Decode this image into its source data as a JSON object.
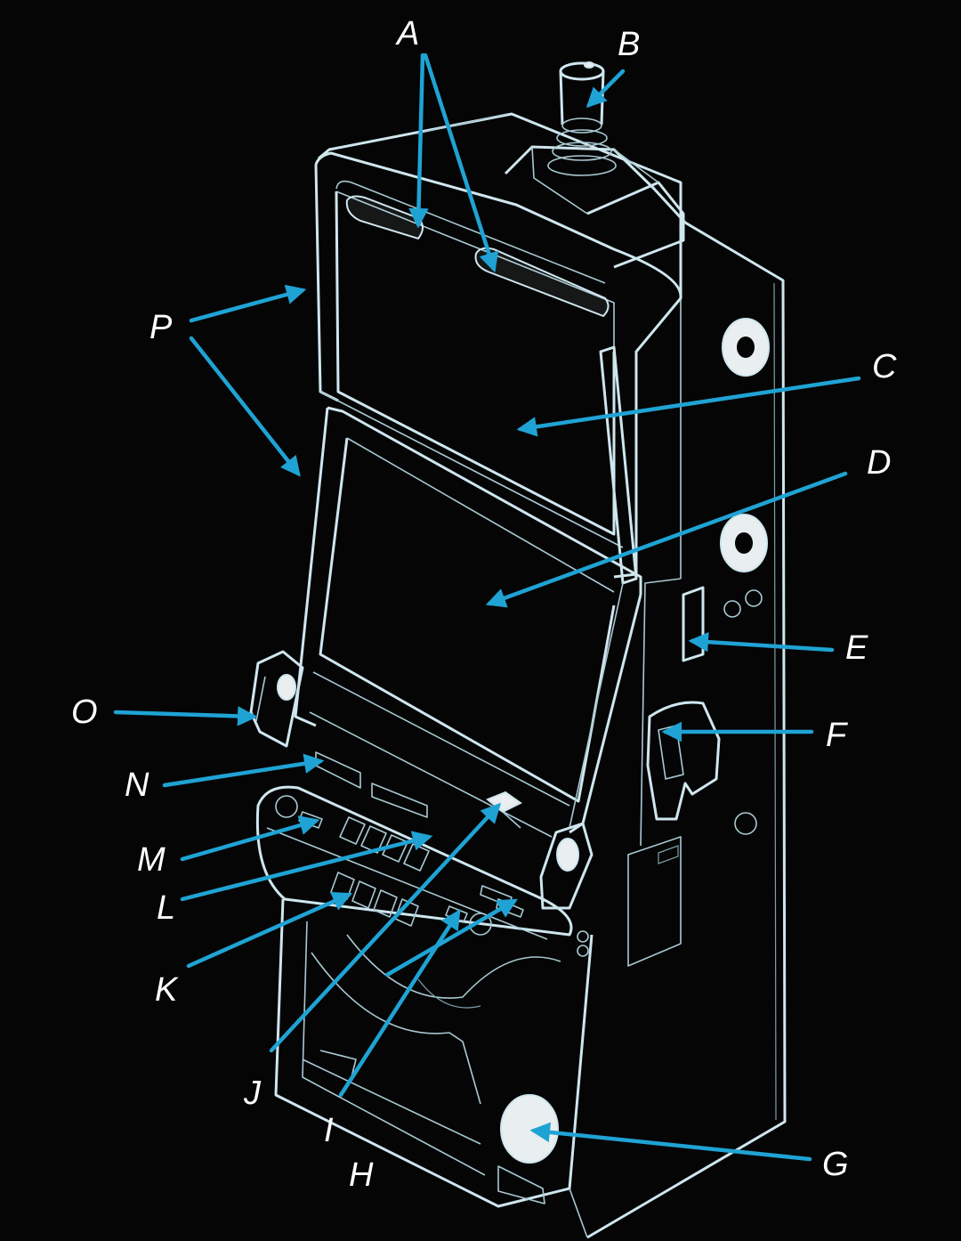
{
  "colors": {
    "background": "#050505",
    "outline": "#cfe6ee",
    "arrow": "#1fa3d4",
    "label": "#ffffff"
  },
  "callouts": [
    {
      "id": "A",
      "label": "A"
    },
    {
      "id": "B",
      "label": "B"
    },
    {
      "id": "C",
      "label": "C"
    },
    {
      "id": "D",
      "label": "D"
    },
    {
      "id": "E",
      "label": "E"
    },
    {
      "id": "F",
      "label": "F"
    },
    {
      "id": "G",
      "label": "G"
    },
    {
      "id": "H",
      "label": "H"
    },
    {
      "id": "I",
      "label": "I"
    },
    {
      "id": "J",
      "label": "J"
    },
    {
      "id": "K",
      "label": "K"
    },
    {
      "id": "L",
      "label": "L"
    },
    {
      "id": "M",
      "label": "M"
    },
    {
      "id": "N",
      "label": "N"
    },
    {
      "id": "O",
      "label": "O"
    },
    {
      "id": "P",
      "label": "P"
    }
  ]
}
